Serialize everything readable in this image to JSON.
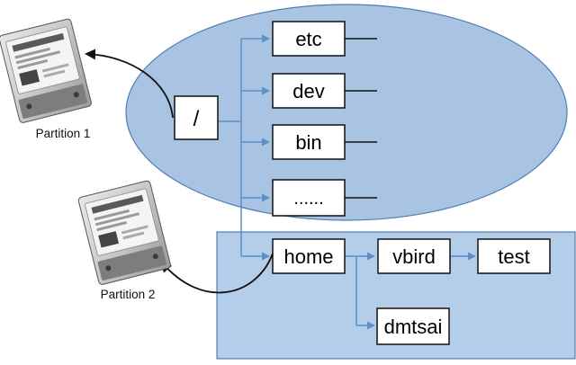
{
  "diagram": {
    "root_label": "/",
    "top_level_dirs": [
      "etc",
      "dev",
      "bin",
      "......"
    ],
    "home_label": "home",
    "home_children": [
      "vbird",
      "dmtsai"
    ],
    "vbird_child": "test",
    "partitions": [
      "Partition 1",
      "Partition 2"
    ]
  },
  "colors": {
    "ellipse_fill": "#a9c4e3",
    "ellipse_stroke": "#4f7db5",
    "rect_fill": "#b4cde8",
    "connector": "#5b8fc8",
    "box_border": "#111111",
    "arrow": "#111111"
  }
}
